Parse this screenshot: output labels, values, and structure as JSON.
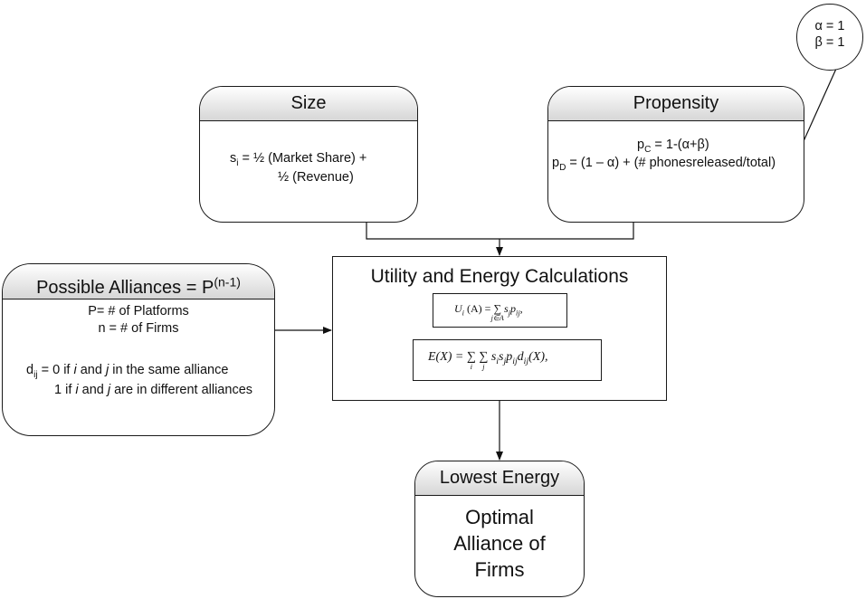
{
  "size": {
    "title": "Size",
    "line1_var": "s",
    "line1_sub": "i",
    "line1_rest": " = ½ (Market Share) +",
    "line2": "½ (Revenue)"
  },
  "propensity": {
    "title": "Propensity",
    "pc_var": "p",
    "pc_sub": "C",
    "pc_rest": " = 1-(α+β)",
    "pd_var": "p",
    "pd_sub": "D",
    "pd_rest": " = (1 – α) + (# phonesreleased/total)"
  },
  "params": {
    "alpha": "α = 1",
    "beta": "β = 1"
  },
  "alliances": {
    "title_main": "Possible Alliances = P",
    "title_sup": "(n-1)",
    "p_def": "P= # of Platforms",
    "n_def": "n = # of Firms",
    "d_var": "d",
    "d_sub": "ij",
    "d_line1_a": " = 0 if ",
    "d_line1_i": "i",
    "d_line1_b": " and ",
    "d_line1_j": "j",
    "d_line1_c": " in the same alliance",
    "d_line2_a": "1 if ",
    "d_line2_i": "i",
    "d_line2_b": " and ",
    "d_line2_j": "j",
    "d_line2_c": " are in different alliances"
  },
  "calc": {
    "title": "Utility and Energy Calculations",
    "utility_lhs": "U",
    "utility_lhs_sub": "i",
    "utility_lhs_arg": "(A) =",
    "utility_sum_limit": "j∈A",
    "utility_term": "s",
    "utility_term_sub": "j",
    "utility_term2": "p",
    "utility_term2_sub": "ij",
    "utility_tail": ",",
    "energy_lhs": "E(X) =",
    "energy_sum1_limit": "i",
    "energy_sum2_limit": "j",
    "energy_term": "s",
    "energy_term_sub1": "i",
    "energy_term_b": "s",
    "energy_term_sub2": "j",
    "energy_term_c": "p",
    "energy_term_sub3": "ij",
    "energy_term_d": "d",
    "energy_term_sub4": "ij",
    "energy_tail": "(X),"
  },
  "result": {
    "title": "Lowest Energy",
    "line1": "Optimal",
    "line2": "Alliance of",
    "line3": "Firms"
  }
}
